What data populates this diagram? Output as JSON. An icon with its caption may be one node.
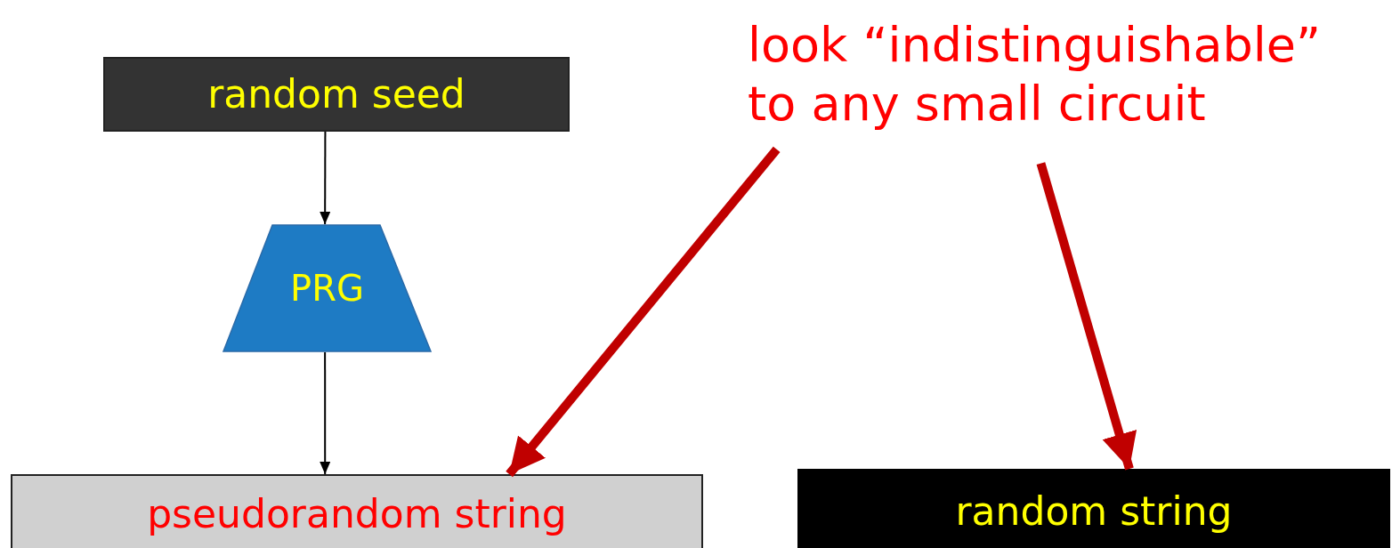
{
  "diagram": {
    "nodes": [
      {
        "text": [
          "random seed"
        ]
      },
      {
        "text": [
          "PRG"
        ]
      },
      {
        "text": [
          "pseudorandom string"
        ]
      },
      {
        "text": [
          "random string"
        ]
      },
      {
        "text": [
          "look “indistinguishable” to any small circuit"
        ]
      }
    ],
    "edges": [
      {
        "from": 0,
        "to": 1,
        "arrow": "to"
      },
      {
        "from": 1,
        "to": 2,
        "arrow": "to"
      },
      {
        "from": 4,
        "to": 2,
        "arrow": "to",
        "style": "thick",
        "color": "#c00000"
      },
      {
        "from": 4,
        "to": 3,
        "arrow": "to",
        "style": "thick",
        "color": "#c00000"
      }
    ]
  }
}
